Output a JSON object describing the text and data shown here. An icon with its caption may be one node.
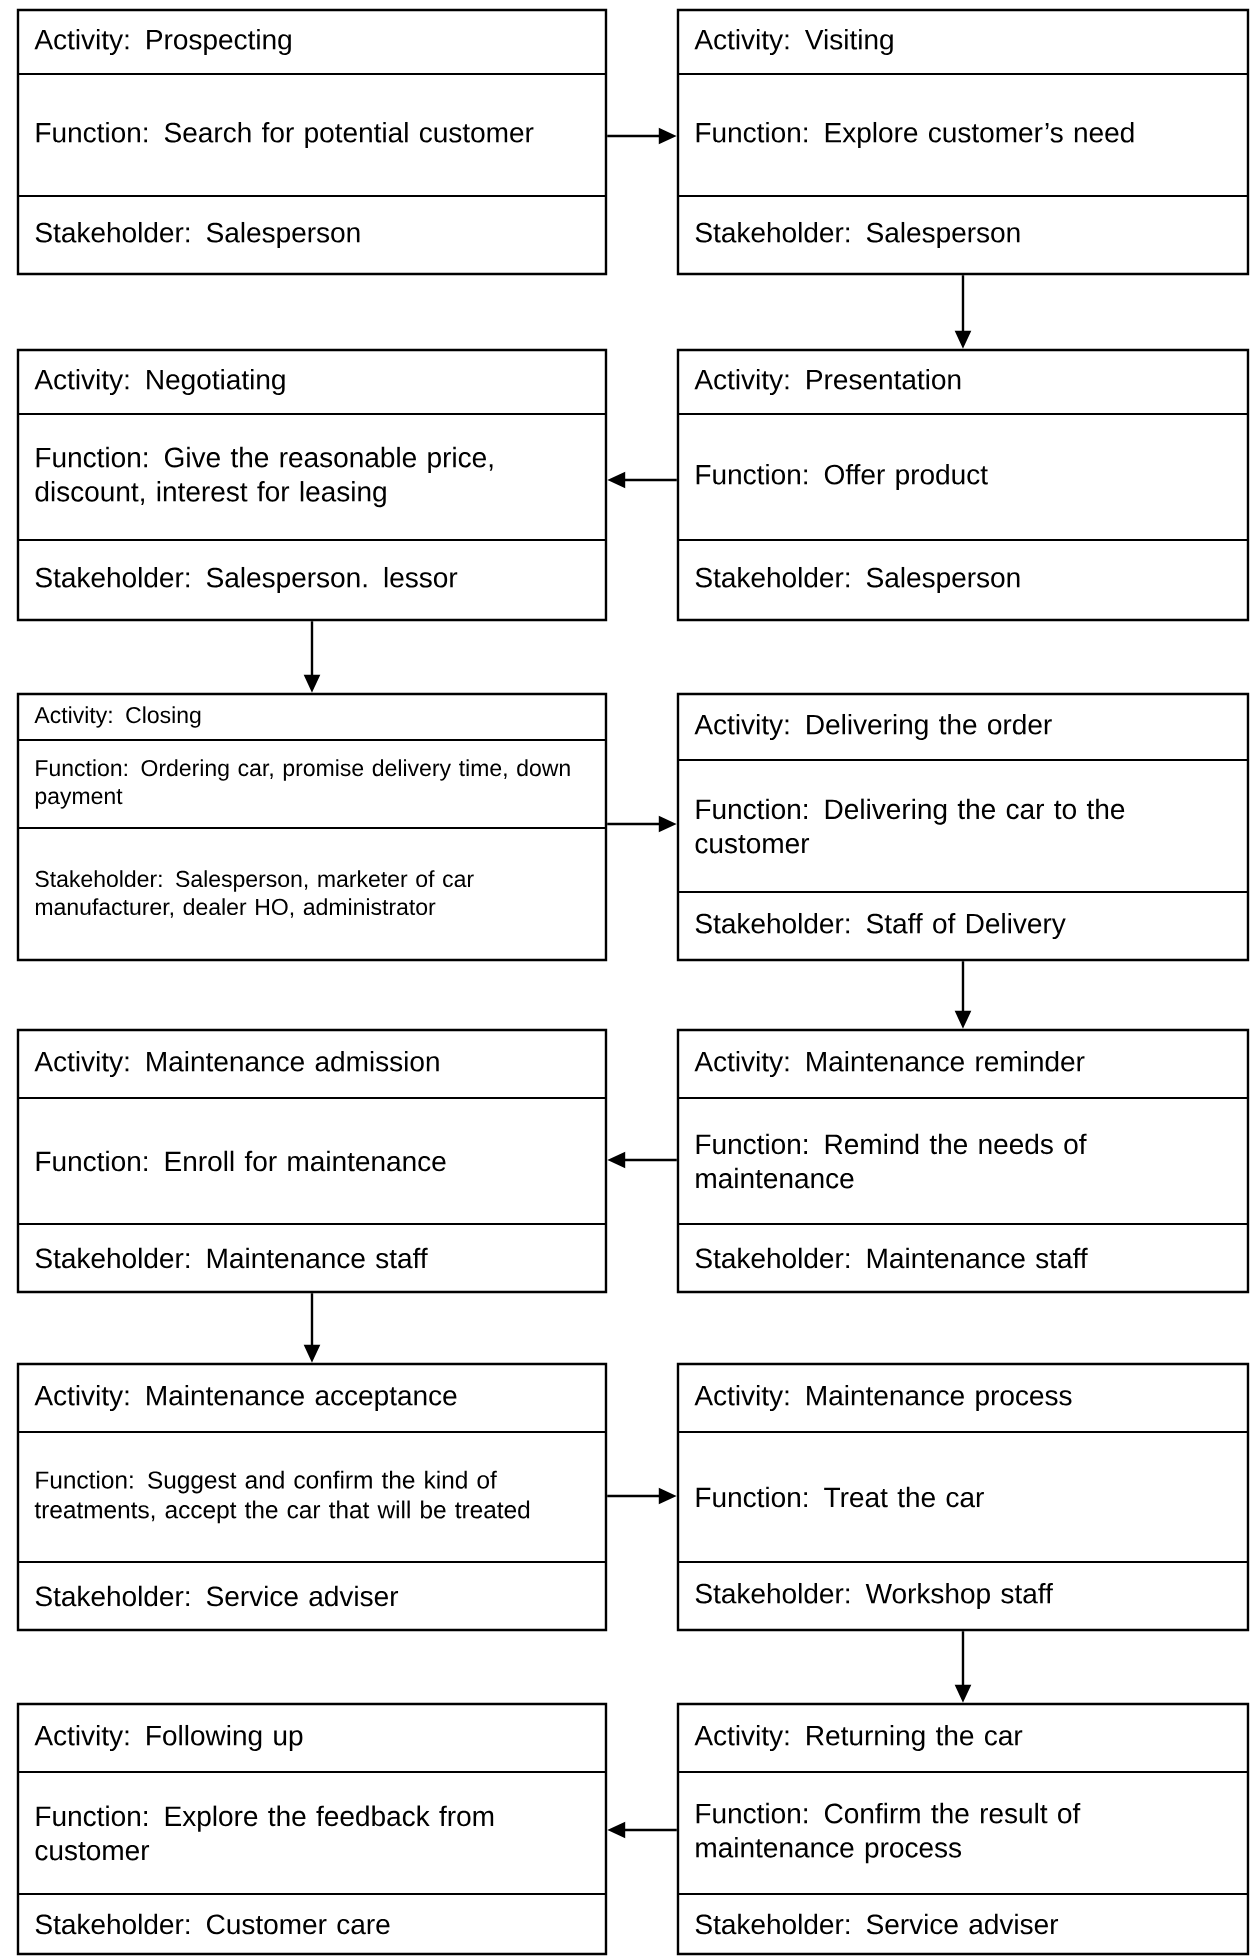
{
  "diagram": {
    "nodes": [
      {
        "text": [
          "Activity: Prospecting",
          "Function: Search for potential customer",
          "Stakeholder: Salesperson"
        ]
      },
      {
        "text": [
          "Activity: Visiting",
          "Function: Explore customer’s need",
          "Stakeholder: Salesperson"
        ]
      },
      {
        "text": [
          "Activity: Negotiating",
          "Function: Give the reasonable price, discount, interest for leasing",
          "Stakeholder: Salesperson. lessor"
        ]
      },
      {
        "text": [
          "Activity: Presentation",
          "Function: Offer product",
          "Stakeholder: Salesperson"
        ]
      },
      {
        "text": [
          "Activity: Closing",
          "Function: Ordering car, promise delivery time, down payment",
          "Stakeholder: Salesperson, marketer of car manufacturer, dealer HO, administrator"
        ]
      },
      {
        "text": [
          "Activity: Delivering the order",
          "Function: Delivering the car to the customer",
          "Stakeholder: Staff of Delivery"
        ]
      },
      {
        "text": [
          "Activity: Maintenance admission",
          "Function: Enroll for maintenance",
          "Stakeholder: Maintenance staff"
        ]
      },
      {
        "text": [
          "Activity: Maintenance reminder",
          "Function: Remind the needs of maintenance",
          "Stakeholder: Maintenance staff"
        ]
      },
      {
        "text": [
          "Activity: Maintenance acceptance",
          "Function: Suggest and confirm the kind of treatments, accept the car that will be treated",
          "Stakeholder: Service adviser"
        ]
      },
      {
        "text": [
          "Activity: Maintenance process",
          "Function: Treat the car",
          "Stakeholder: Workshop staff"
        ]
      },
      {
        "text": [
          "Activity: Following up",
          "Function: Explore the feedback from customer",
          "Stakeholder: Customer care"
        ]
      },
      {
        "text": [
          "Activity: Returning the car",
          "Function: Confirm the result of maintenance process",
          "Stakeholder: Service adviser"
        ]
      }
    ],
    "edges": [
      {
        "from": 0,
        "to": 1,
        "arrow": "to"
      },
      {
        "from": 1,
        "to": 3,
        "arrow": "to"
      },
      {
        "from": 3,
        "to": 2,
        "arrow": "to"
      },
      {
        "from": 2,
        "to": 4,
        "arrow": "to"
      },
      {
        "from": 4,
        "to": 5,
        "arrow": "to"
      },
      {
        "from": 5,
        "to": 7,
        "arrow": "to"
      },
      {
        "from": 7,
        "to": 6,
        "arrow": "to"
      },
      {
        "from": 6,
        "to": 8,
        "arrow": "to"
      },
      {
        "from": 8,
        "to": 9,
        "arrow": "to"
      },
      {
        "from": 9,
        "to": 11,
        "arrow": "to"
      },
      {
        "from": 11,
        "to": 10,
        "arrow": "to"
      }
    ]
  }
}
